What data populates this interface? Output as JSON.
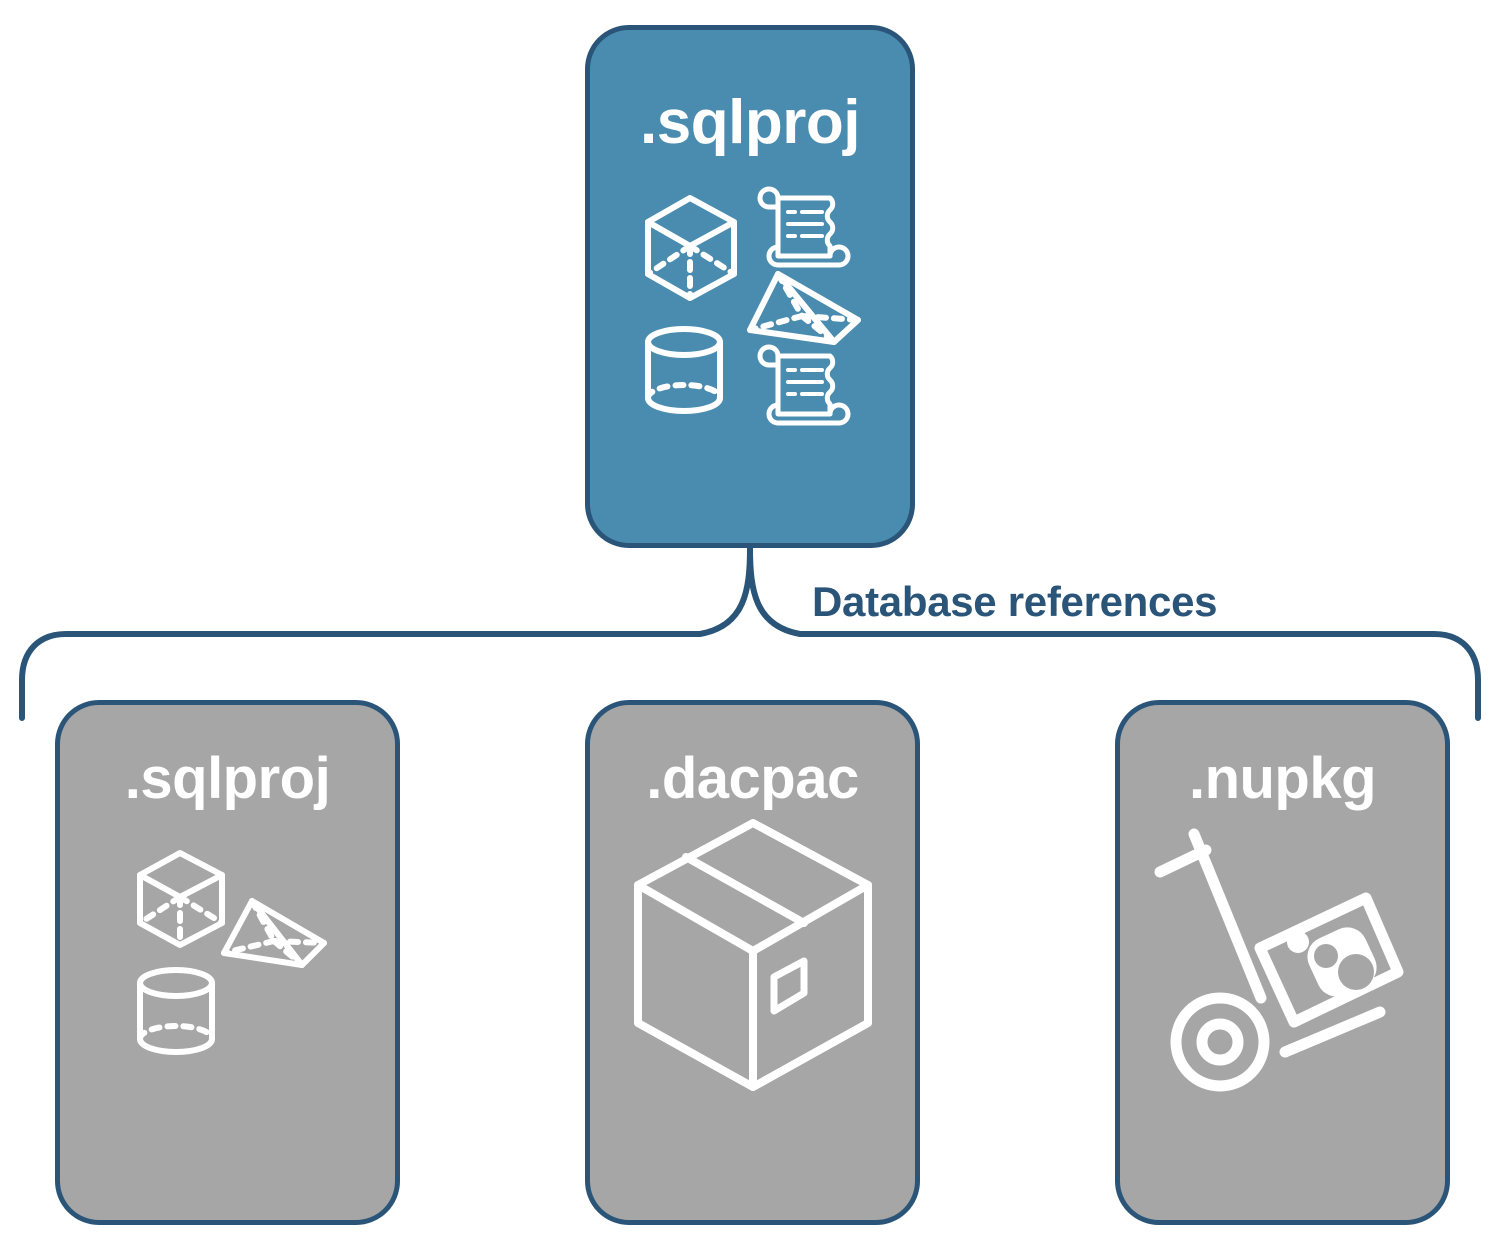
{
  "diagram": {
    "title_text": "Database references",
    "colors": {
      "primary_card_fill": "#4A8CAF",
      "secondary_card_fill": "#A6A6A6",
      "border": "#2A5578",
      "label_text": "#2A5578",
      "icon_stroke": "#FFFFFF",
      "background": "#FFFFFF"
    },
    "nodes": {
      "root": {
        "label": ".sqlproj",
        "icons": [
          "cube-icon",
          "scroll-icon",
          "pyramid-icon",
          "cylinder-icon",
          "scroll-icon"
        ]
      },
      "children": [
        {
          "label": ".sqlproj",
          "icons": [
            "cube-icon",
            "pyramid-icon",
            "cylinder-icon"
          ]
        },
        {
          "label": ".dacpac",
          "icons": [
            "package-box-icon"
          ]
        },
        {
          "label": ".nupkg",
          "icons": [
            "hand-truck-nuget-icon"
          ]
        }
      ]
    },
    "connector": {
      "type": "curly-brace",
      "label": "Database references"
    }
  }
}
